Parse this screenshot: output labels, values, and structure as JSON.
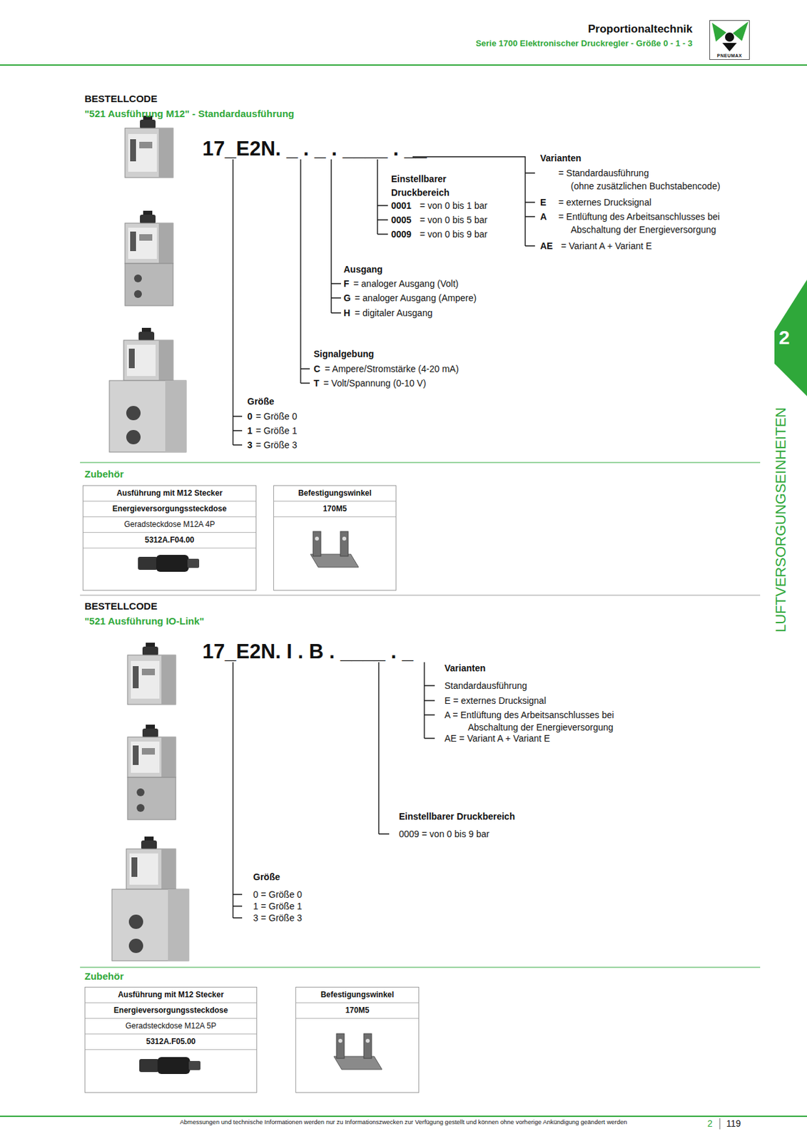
{
  "diagram": {
    "title": "Proportionaltechnik",
    "nodes": [
      {
        "text": [
          "PNEUMAX"
        ]
      },
      {
        "text": [
          "2"
        ]
      },
      {
        "text": [
          "Ausführung mit M12 Stecker",
          "Energieversorgungssteckdose",
          "Geradsteckdose M12A 4P",
          "5312A.F04.00"
        ]
      },
      {
        "text": [
          "Befestigungswinkel",
          "170M5"
        ]
      },
      {
        "text": [
          "Ausführung mit M12 Stecker",
          "Energieversorgungssteckdose",
          "Geradsteckdose M12A 5P",
          "5312A.F05.00"
        ]
      },
      {
        "text": [
          "Befestigungswinkel",
          "170M5"
        ]
      }
    ],
    "labels": [
      "Serie 1700 Elektronischer Druckregler - Größe 0 - 1 - 3",
      "BESTELLCODE",
      "\"521 Ausführung M12\" - Standardausführung",
      "17_E2N. _ . _ . ____ . __",
      "Varianten",
      "= Standardausführung",
      "(ohne zusätzlichen Buchstabencode)",
      "E",
      "= externes Drucksignal",
      "A",
      "= Entlüftung des Arbeitsanschlusses bei",
      "Abschaltung der Energieversorgung",
      "AE",
      "= Variant A + Variant E",
      "Einstellbarer",
      "Druckbereich",
      "0001",
      "= von 0 bis 1 bar",
      "0005",
      "= von 0 bis 5 bar",
      "0009",
      "= von 0 bis 9 bar",
      "Ausgang",
      "F",
      "= analoger Ausgang (Volt)",
      "G",
      "= analoger Ausgang (Ampere)",
      "H",
      "= digitaler Ausgang",
      "Signalgebung",
      "C",
      "= Ampere/Stromstärke (4-20 mA)",
      "T",
      "= Volt/Spannung (0-10 V)",
      "Größe",
      "0",
      "= Größe 0",
      "1",
      "= Größe 1",
      "3",
      "= Größe 3",
      "Zubehör",
      "BESTELLCODE",
      "\"521 Ausführung IO-Link\"",
      "17_E2N. I . B . ____ . _",
      "Varianten",
      "Standardausführung",
      "E = externes Drucksignal",
      "A = Entlüftung des Arbeitsanschlusses bei",
      "Abschaltung der Energieversorgung",
      "AE = Variant A + Variant E",
      "Einstellbarer Druckbereich",
      "0009 = von 0 bis 9 bar",
      "Größe",
      "0 = Größe 0",
      "1 = Größe 1",
      "3 = Größe 3",
      "Zubehör",
      "LUFTVERSORGUNGSEINHEITEN",
      "Abmessungen und technische Informationen werden nur zu Informationszwecken zur Verfügung gestellt und können ohne vorherige Ankündigung geändert werden",
      "2",
      "119"
    ]
  }
}
